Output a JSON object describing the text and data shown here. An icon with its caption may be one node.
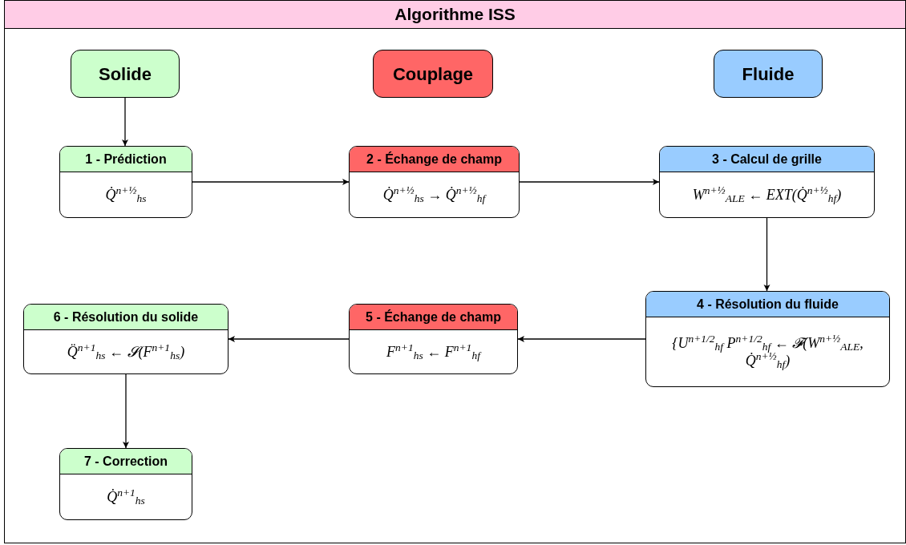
{
  "diagram": {
    "title": "Algorithme ISS",
    "nodes": [
      {
        "text": [
          "Solide"
        ]
      },
      {
        "text": [
          "Couplage"
        ]
      },
      {
        "text": [
          "Fluide"
        ]
      },
      {
        "text": [
          "1 - Prédiction",
          "Q̇$^{n+½}$$_{hs}$"
        ]
      },
      {
        "text": [
          "2 - Échange de champ",
          "Q̇$^{n+½}$$_{hs}$ → Q̇$^{n+½}$$_{hf}$"
        ]
      },
      {
        "text": [
          "3 - Calcul de grille",
          "W$^{n+½}$$_{ALE}$ ← EXT(Q̇$^{n+½}$$_{hf}$)"
        ]
      },
      {
        "text": [
          "4 - Résolution du fluide",
          "{U$^{n+1/2}$$_{hf}$ P$^{n+1/2}$$_{hf}$ ← 𝓕(W$^{n+½}$$_{ALE}$, Q̇$^{n+½}$$_{hf}$)"
        ]
      },
      {
        "text": [
          "5 - Échange de champ",
          "F$^{n+1}$$_{hs}$ ← F$^{n+1}$$_{hf}$"
        ]
      },
      {
        "text": [
          "6 - Résolution du solide",
          "Q̈$^{n+1}$$_{hs}$ ← 𝓢(F$^{n+1}$$_{hs}$)"
        ]
      },
      {
        "text": [
          "7 - Correction",
          "Q̇$^{n+1}$$_{hs}$"
        ]
      }
    ],
    "edges": [
      {
        "from": 0,
        "to": 3,
        "arrow": "to"
      },
      {
        "from": 3,
        "to": 4,
        "arrow": "to"
      },
      {
        "from": 4,
        "to": 5,
        "arrow": "to"
      },
      {
        "from": 5,
        "to": 6,
        "arrow": "to"
      },
      {
        "from": 6,
        "to": 7,
        "arrow": "to"
      },
      {
        "from": 7,
        "to": 8,
        "arrow": "to"
      },
      {
        "from": 8,
        "to": 9,
        "arrow": "to"
      }
    ]
  }
}
